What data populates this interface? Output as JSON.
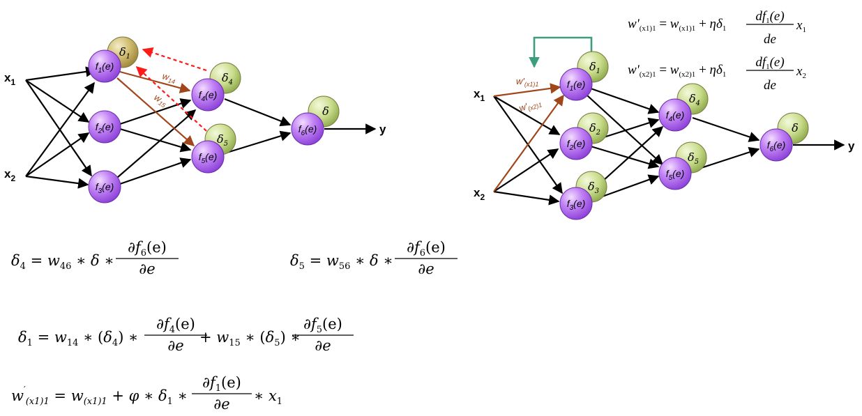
{
  "left_diagram": {
    "inputs": [
      {
        "id": "x1",
        "letter": "x",
        "sub": "1"
      },
      {
        "id": "x2",
        "letter": "x",
        "sub": "2"
      }
    ],
    "output": "y",
    "nodes": [
      {
        "id": "n1",
        "fsub": "1",
        "delta_sub": "1"
      },
      {
        "id": "n2",
        "fsub": "2"
      },
      {
        "id": "n3",
        "fsub": "3"
      },
      {
        "id": "n4",
        "fsub": "4",
        "delta_sub": "4"
      },
      {
        "id": "n5",
        "fsub": "5",
        "delta_sub": "5"
      },
      {
        "id": "n6",
        "fsub": "6",
        "delta_sub": ""
      }
    ],
    "weight_labels": [
      {
        "id": "w14",
        "text": "w",
        "sub": "14"
      },
      {
        "id": "w15",
        "text": "w",
        "sub": "15"
      }
    ]
  },
  "right_diagram": {
    "inputs": [
      {
        "id": "x1",
        "letter": "x",
        "sub": "1"
      },
      {
        "id": "x2",
        "letter": "x",
        "sub": "2"
      }
    ],
    "output": "y",
    "nodes": [
      {
        "id": "n1",
        "fsub": "1",
        "delta_sub": "1"
      },
      {
        "id": "n2",
        "fsub": "2",
        "delta_sub": "2"
      },
      {
        "id": "n3",
        "fsub": "3",
        "delta_sub": "3"
      },
      {
        "id": "n4",
        "fsub": "4",
        "delta_sub": "4"
      },
      {
        "id": "n5",
        "fsub": "5",
        "delta_sub": "5"
      },
      {
        "id": "n6",
        "fsub": "6",
        "delta_sub": ""
      }
    ],
    "weight_labels": [
      {
        "id": "wx1",
        "text": "w'",
        "sub": "(x1)1"
      },
      {
        "id": "wx2",
        "text": "w'",
        "sub": "(x2)1"
      }
    ]
  },
  "common": {
    "f": "f",
    "arg": "(e)",
    "delta": "δ"
  },
  "formulas": {
    "top_right_1": {
      "lhs": "w'",
      "lhs_sub": "(x1)1",
      "w": "w",
      "w_sub": "(x1)1",
      "eta": "η",
      "d": "δ",
      "d_sub": "1",
      "num": "df",
      "num_sub": "1",
      "num_tail": "(e)",
      "den": "de",
      "x": "x",
      "x_sub": "1"
    },
    "top_right_2": {
      "lhs": "w'",
      "lhs_sub": "(x2)1",
      "w": "w",
      "w_sub": "(x2)1",
      "eta": "η",
      "d": "δ",
      "d_sub": "1",
      "num": "df",
      "num_sub": "1",
      "num_tail": "(e)",
      "den": "de",
      "x": "x",
      "x_sub": "2"
    },
    "delta4": {
      "lhs_sub": "4",
      "w_sub": "46",
      "f_sub": "6"
    },
    "delta5": {
      "lhs_sub": "5",
      "w_sub": "56",
      "f_sub": "6"
    },
    "delta1": {
      "lhs_sub": "1",
      "w1_sub": "14",
      "d1_sub": "4",
      "f1_sub": "4",
      "w2_sub": "15",
      "d2_sub": "5",
      "f2_sub": "5"
    },
    "update": {
      "lhs_sub": "(x1)1",
      "w_sub": "(x1)1",
      "phi": "φ",
      "d_sub": "1",
      "f_sub": "1",
      "x_sub": "1"
    },
    "symbols": {
      "delta": "δ",
      "w": "w",
      "eq": "=",
      "mul": "∗",
      "plus": "+",
      "partial": "∂",
      "f": "f",
      "arg": "(e)",
      "de": "∂e",
      "x": "x",
      "lpar": "(",
      "rpar": ")",
      "prime": "′"
    }
  },
  "colors": {
    "neuron_purple": "#b46ef2",
    "delta_green": "#c9dc8a",
    "delta_tan": "#cdb86a",
    "backprop_red": "#ff1a1a",
    "weight_brown": "#a0461a",
    "feedback_teal": "#3d9e7c"
  }
}
